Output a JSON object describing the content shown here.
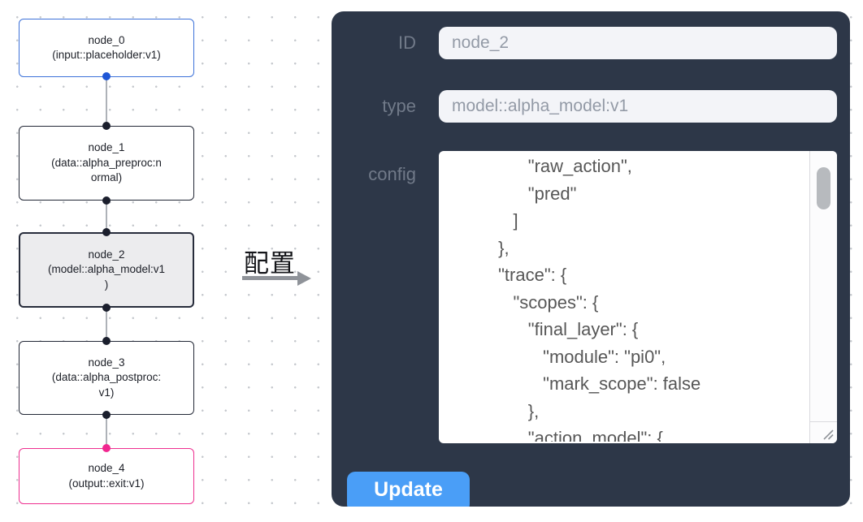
{
  "canvas": {
    "nodes": [
      {
        "title": "node_0",
        "subtitle": "(input::placeholder:v1)",
        "kind": "input"
      },
      {
        "title": "node_1",
        "subtitle": "(data::alpha_preproc:n\normal)",
        "kind": "default"
      },
      {
        "title": "node_2",
        "subtitle": "(model::alpha_model:v1\n)",
        "kind": "model-selected"
      },
      {
        "title": "node_3",
        "subtitle": "(data::alpha_postproc:\nv1)",
        "kind": "default"
      },
      {
        "title": "node_4",
        "subtitle": "(output::exit:v1)",
        "kind": "output"
      }
    ],
    "arrow_label": "配置"
  },
  "panel": {
    "id_field": {
      "label": "ID",
      "value": "node_2"
    },
    "type_field": {
      "label": "type",
      "value": "model::alpha_model:v1"
    },
    "config_field": {
      "label": "config",
      "value": "                \"raw_action\",\n                \"pred\"\n             ]\n          },\n          \"trace\": {\n             \"scopes\": {\n                \"final_layer\": {\n                   \"module\": \"pi0\",\n                   \"mark_scope\": false\n                },\n                \"action_model\": {"
    },
    "update_button_label": "Update"
  },
  "colors": {
    "panel_bg": "#2d3748",
    "accent_blue": "#4a9ef7",
    "input_node_border": "#3d72d9",
    "output_node_border": "#ee2f90",
    "selected_node_bg": "#ececee",
    "port_blue": "#1e56d6",
    "port_dark": "#1b1f2d",
    "port_pink": "#f1268f",
    "field_bg": "#f3f4f8"
  }
}
